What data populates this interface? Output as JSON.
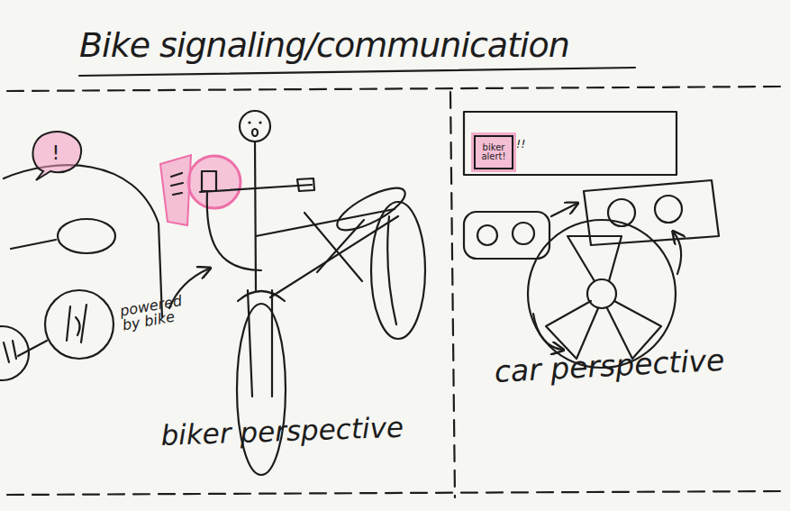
{
  "diagram": {
    "title": "Bike signaling/communication",
    "nodes": [
      {
        "text": [
          "!"
        ]
      },
      {
        "text": [
          "biker alert!"
        ]
      }
    ],
    "labels": [
      "powered by bike",
      "biker perspective",
      "car perspective",
      "!!"
    ]
  }
}
